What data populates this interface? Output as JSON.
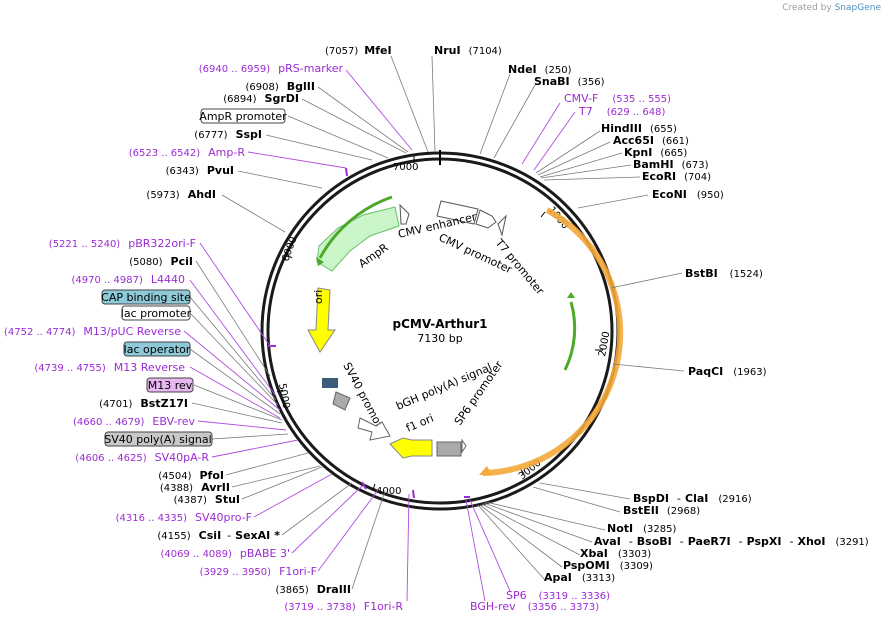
{
  "credit": {
    "prefix": "Created by",
    "brand": "SnapGene"
  },
  "plasmid": {
    "name": "pCMV-Arthur1",
    "size_label": "7130 bp",
    "length": 7130
  },
  "ticks": [
    "1000",
    "2000",
    "3000",
    "4000",
    "5000",
    "6000",
    "7000"
  ],
  "features": {
    "cmv_enhancer": "CMV enhancer",
    "cmv_promoter": "CMV promoter",
    "t7_promoter": "T7 promoter",
    "ampr": "AmpR",
    "ori": "ori",
    "sv40_promoter": "SV40 promoter",
    "bgh_polya": "bGH poly(A) signal",
    "f1_ori": "f1 ori",
    "sp6_promoter": "SP6 promoter"
  },
  "sites": {
    "mfei": {
      "name": "MfeI",
      "pos": "(7057)"
    },
    "nrui": {
      "name": "NruI",
      "pos": "(7104)"
    },
    "ndei": {
      "name": "NdeI",
      "pos": "(250)"
    },
    "snabi": {
      "name": "SnaBI",
      "pos": "(356)"
    },
    "cmvf": {
      "name": "CMV-F",
      "pos": "(535 .. 555)"
    },
    "t7": {
      "name": "T7",
      "pos": "(629 .. 648)"
    },
    "hindiii": {
      "name": "HindIII",
      "pos": "(655)"
    },
    "acc65i": {
      "name": "Acc65I",
      "pos": "(661)"
    },
    "kpni": {
      "name": "KpnI",
      "pos": "(665)"
    },
    "bamhi": {
      "name": "BamHI",
      "pos": "(673)"
    },
    "ecori": {
      "name": "EcoRI",
      "pos": "(704)"
    },
    "econi": {
      "name": "EcoNI",
      "pos": "(950)"
    },
    "bstbi": {
      "name": "BstBI",
      "pos": "(1524)"
    },
    "paqci": {
      "name": "PaqCI",
      "pos": "(1963)"
    },
    "bspdi": {
      "name": "BspDI",
      "sep": "-",
      "name2": "ClaI",
      "pos": "(2916)"
    },
    "bsteii": {
      "name": "BstEII",
      "pos": "(2968)"
    },
    "noti": {
      "name": "NotI",
      "pos": "(3285)"
    },
    "avai": {
      "name": "AvaI",
      "s1": "-",
      "n2": "BsoBI",
      "s2": "-",
      "n3": "PaeR7I",
      "s3": "-",
      "n4": "PspXI",
      "s4": "-",
      "n5": "XhoI",
      "pos": "(3291)"
    },
    "xbai": {
      "name": "XbaI",
      "pos": "(3303)"
    },
    "pspomi": {
      "name": "PspOMI",
      "pos": "(3309)"
    },
    "apai": {
      "name": "ApaI",
      "pos": "(3313)"
    },
    "sp6": {
      "name": "SP6",
      "pos": "(3319 .. 3336)"
    },
    "bghrev": {
      "name": "BGH-rev",
      "pos": "(3356 .. 3373)"
    },
    "prsmarker": {
      "name": "pRS-marker",
      "pos": "(6940 .. 6959)"
    },
    "bglii": {
      "name": "BglII",
      "pos": "(6908)"
    },
    "sgrdi": {
      "name": "SgrDI",
      "pos": "(6894)"
    },
    "amprprom": {
      "name": "AmpR promoter"
    },
    "sspi": {
      "name": "SspI",
      "pos": "(6777)"
    },
    "ampr_primer": {
      "name": "Amp-R",
      "pos": "(6523 .. 6542)"
    },
    "pvui": {
      "name": "PvuI",
      "pos": "(6343)"
    },
    "ahdi": {
      "name": "AhdI",
      "pos": "(5973)"
    },
    "pbr322": {
      "name": "pBR322ori-F",
      "pos": "(5221 .. 5240)"
    },
    "pcii": {
      "name": "PciI",
      "pos": "(5080)"
    },
    "l4440": {
      "name": "L4440",
      "pos": "(4970 .. 4987)"
    },
    "cap": {
      "name": "CAP binding site"
    },
    "lacprom": {
      "name": "lac promoter"
    },
    "m13puc": {
      "name": "M13/pUC Reverse",
      "pos": "(4752 .. 4774)"
    },
    "lacop": {
      "name": "lac operator"
    },
    "m13rev_primer": {
      "name": "M13 Reverse",
      "pos": "(4739 .. 4755)"
    },
    "m13rev": {
      "name": "M13 rev"
    },
    "bstz17i": {
      "name": "BstZ17I",
      "pos": "(4701)"
    },
    "ebvrev": {
      "name": "EBV-rev",
      "pos": "(4660 .. 4679)"
    },
    "sv40polya": {
      "name": "SV40 poly(A) signal"
    },
    "sv40pa": {
      "name": "SV40pA-R",
      "pos": "(4606 .. 4625)"
    },
    "pfoi": {
      "name": "PfoI",
      "pos": "(4504)"
    },
    "avrii": {
      "name": "AvrII",
      "pos": "(4388)"
    },
    "stui": {
      "name": "StuI",
      "pos": "(4387)"
    },
    "sv40prof": {
      "name": "SV40pro-F",
      "pos": "(4316 .. 4335)"
    },
    "csii": {
      "name": "CsiI",
      "sep": "-",
      "name2": "SexAI",
      "star": "*",
      "pos": "(4155)"
    },
    "pbabe": {
      "name": "pBABE 3'",
      "pos": "(4069 .. 4089)"
    },
    "f1orif": {
      "name": "F1ori-F",
      "pos": "(3929 .. 3950)"
    },
    "draiii": {
      "name": "DraIII",
      "pos": "(3865)"
    },
    "f1orir": {
      "name": "F1ori-R",
      "pos": "(3719 .. 3738)"
    }
  },
  "colors": {
    "backbone": "#1a1a1a",
    "primer": "#9b2bd2",
    "leader": "#7a7a7a",
    "ampr": "#c9f5c9",
    "ori": "#ffff00",
    "polya": "#ffff00",
    "orf": "#f4a938",
    "label_blue": "#8ec9d8",
    "label_purple": "#e7b8f0",
    "label_grey": "#c8c8c8"
  }
}
